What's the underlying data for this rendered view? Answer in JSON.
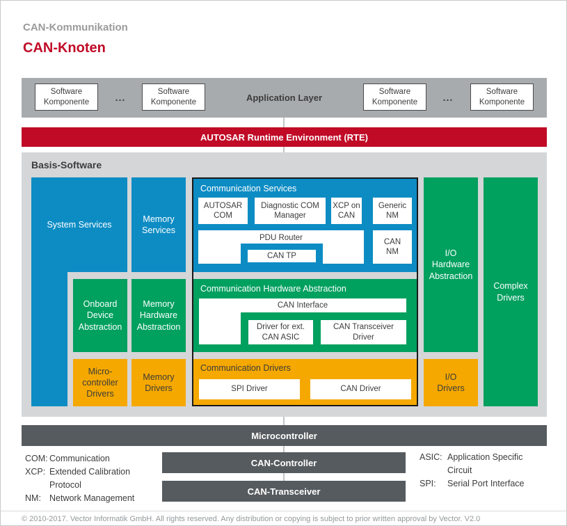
{
  "header": {
    "eyebrow": "CAN-Kommunikation",
    "title": "CAN-Knoten"
  },
  "colors": {
    "accent_red": "#c00a26",
    "service_blue": "#0d8cc4",
    "abstraction_green": "#00a05f",
    "driver_orange": "#f5a800",
    "application_bar_gray": "#a8abae",
    "panel_gray": "#d4d6d8",
    "hardware_bar_gray": "#565b5f"
  },
  "application_layer": {
    "label": "Application Layer",
    "component_label": "Software Komponente",
    "ellipsis": "..."
  },
  "rte": {
    "label": "AUTOSAR Runtime Environment (RTE)"
  },
  "basis": {
    "title": "Basis-Software",
    "system_services": "System Services",
    "memory_services": "Memory Services",
    "onboard_device_abstraction": "Onboard Device Abstraction",
    "memory_hardware_abstraction": "Memory Hardware Abstraction",
    "microcontroller_drivers": "Micro-controller Drivers",
    "memory_drivers": "Memory Drivers",
    "io_hardware_abstraction": "I/O Hardware Abstraction",
    "io_drivers": "I/O Drivers",
    "complex_drivers": "Complex Drivers",
    "comm_services": {
      "title": "Communication Services",
      "autosar_com": "AUTOSAR COM",
      "diagnostic_com_manager": "Diagnostic COM Manager",
      "xcp_on_can": "XCP on CAN",
      "generic_nm": "Generic NM",
      "pdu_router": "PDU Router",
      "can_tp": "CAN TP",
      "can_nm": "CAN NM"
    },
    "comm_hw": {
      "title": "Communication Hardware Abstraction",
      "can_interface": "CAN Interface",
      "driver_ext_can_asic": "Driver for ext. CAN ASIC",
      "can_transceiver_driver": "CAN Transceiver Driver"
    },
    "comm_drivers": {
      "title": "Communication Drivers",
      "spi_driver": "SPI Driver",
      "can_driver": "CAN Driver"
    }
  },
  "hardware": {
    "microcontroller": "Microcontroller",
    "can_controller": "CAN-Controller",
    "can_transceiver": "CAN-Transceiver"
  },
  "legend": {
    "left": [
      {
        "term": "COM:",
        "definition": "Communication"
      },
      {
        "term": "XCP:",
        "definition": "Extended Calibration Protocol"
      },
      {
        "term": "NM:",
        "definition": "Network Management"
      }
    ],
    "right": [
      {
        "term": "ASIC:",
        "definition": "Application Specific Circuit"
      },
      {
        "term": "SPI:",
        "definition": "Serial Port Interface"
      }
    ]
  },
  "footer": "© 2010-2017. Vector Informatik GmbH. All rights reserved. Any distribution or copying is subject to prior written approval by Vector. V2.0"
}
